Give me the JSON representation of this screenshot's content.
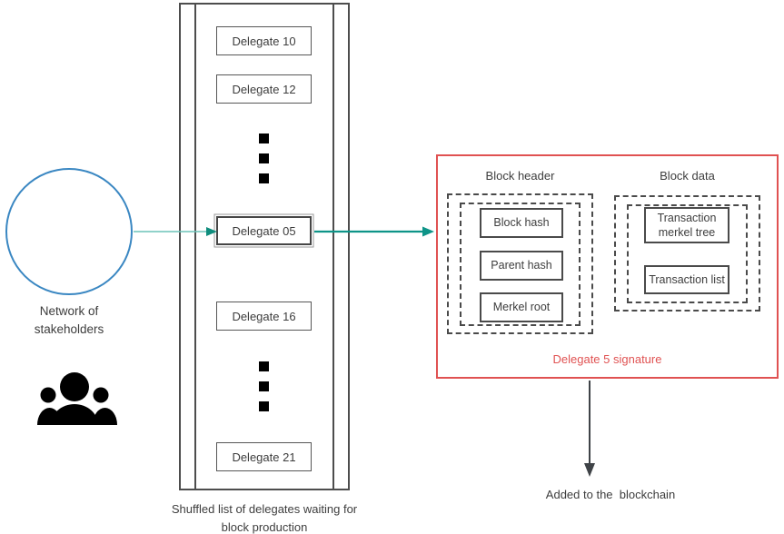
{
  "stakeholders": {
    "label": "Network of stakeholders",
    "icon": "people-group-icon"
  },
  "delegate_list": {
    "items": [
      {
        "type": "box",
        "label": "Delegate 10"
      },
      {
        "type": "box",
        "label": "Delegate 12"
      },
      {
        "type": "ellipsis",
        "icon": "ellipsis-dots-icon"
      },
      {
        "type": "box",
        "label": "Delegate 05",
        "highlight": true
      },
      {
        "type": "box",
        "label": "Delegate 16"
      },
      {
        "type": "ellipsis",
        "icon": "ellipsis-dots-icon"
      },
      {
        "type": "box",
        "label": "Delegate 21"
      }
    ],
    "caption": "Shuffled list of delegates waiting for block production"
  },
  "block": {
    "header": {
      "title": "Block header",
      "items": [
        "Block hash",
        "Parent hash",
        "Merkel root"
      ]
    },
    "data": {
      "title": "Block data",
      "items": [
        "Transaction merkel tree",
        "Transaction list"
      ]
    },
    "signature": "Delegate 5 signature"
  },
  "output_label": "Added to the  blockchain",
  "edges": [
    {
      "from": "network-of-stakeholders",
      "to": "delegate-05"
    },
    {
      "from": "delegate-05",
      "to": "block"
    },
    {
      "from": "block",
      "to": "added-to-the-blockchain"
    }
  ],
  "colors": {
    "circle_stroke": "#3a87c2",
    "arrow_light_teal": "#6cc3b9",
    "arrow_teal": "#0e9488",
    "arrow_dark": "#3f4347",
    "red_accent": "#e05252",
    "shape_border": "#4d4d4d",
    "text": "#3d3d3d"
  }
}
